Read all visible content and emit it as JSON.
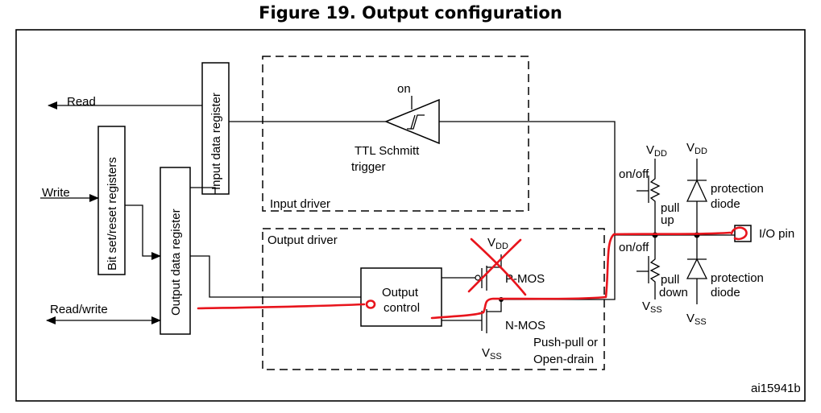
{
  "title": "Figure 19. Output configuration",
  "labels": {
    "read": "Read",
    "write": "Write",
    "read_write": "Read/write",
    "bit_set_reset": "Bit set/reset registers",
    "output_data_register": "Output data register",
    "input_data_register": "Input data register",
    "on": "on",
    "ttl_line1": "TTL Schmitt",
    "ttl_line2": "trigger",
    "input_driver": "Input driver",
    "output_driver": "Output driver",
    "output_control_line1": "Output",
    "output_control_line2": "control",
    "vdd_v": "V",
    "vdd_sub": "DD",
    "vss_v": "V",
    "vss_sub": "SS",
    "pmos": "P-MOS",
    "nmos": "N-MOS",
    "push_pull_line1": "Push-pull or",
    "push_pull_line2": "Open-drain",
    "on_off": "on/off",
    "pull": "pull",
    "up": "up",
    "down": "down",
    "protection": "protection",
    "diode": "diode",
    "io_pin": "I/O pin",
    "figure_id": "ai15941b"
  },
  "colors": {
    "annotation": "#e8141c",
    "line": "#000000"
  }
}
